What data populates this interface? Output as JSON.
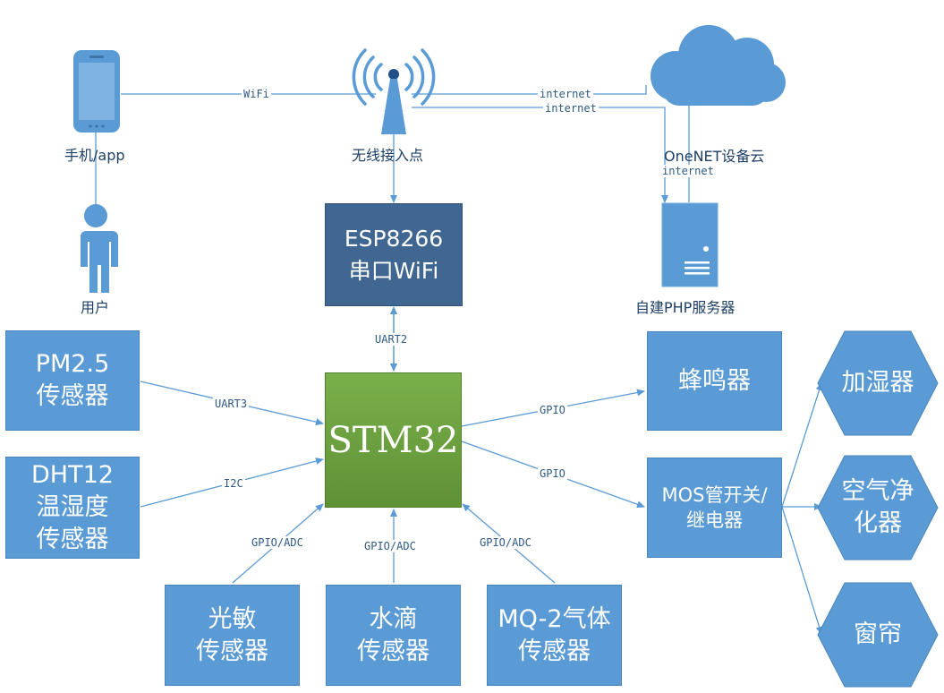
{
  "colors": {
    "box": "#5b9bd5",
    "esp": "#3f6791",
    "stm": "#6ea342",
    "line": "#5b9bd5"
  },
  "nodes": {
    "phone": "手机/app",
    "user": "用户",
    "ap": "无线接入点",
    "cloud": "OneNET设备云",
    "server": "自建PHP服务器",
    "esp": "ESP8266\n串口WiFi",
    "stm": "STM32",
    "pm25": "PM2.5\n传感器",
    "dht12": "DHT12\n温湿度\n传感器",
    "light": "光敏\n传感器",
    "water": "水滴\n传感器",
    "mq2": "MQ-2气体\n传感器",
    "buzzer": "蜂鸣器",
    "mos": "MOS管开关/\n继电器",
    "humidifier": "加湿器",
    "purifier": "空气净\n化器",
    "curtain": "窗帘"
  },
  "links": {
    "wifi": "WiFi",
    "internet1": "internet",
    "internet2": "internet",
    "internet3": "internet",
    "uart2": "UART2",
    "uart3": "UART3",
    "i2c": "I2C",
    "gpio_adc_1": "GPIO/ADC",
    "gpio_adc_2": "GPIO/ADC",
    "gpio_adc_3": "GPIO/ADC",
    "gpio_buzzer": "GPIO",
    "gpio_mos": "GPIO"
  },
  "icons": [
    "phone-icon",
    "user-icon",
    "antenna-icon",
    "cloud-icon",
    "server-icon"
  ]
}
